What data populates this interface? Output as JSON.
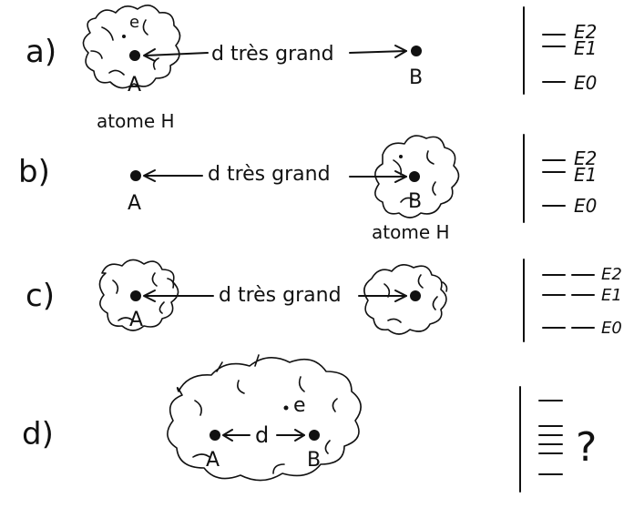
{
  "rows": [
    {
      "label": "a)",
      "distance": "d très grand",
      "nodeA": "A",
      "nodeB": "B",
      "electron": "e",
      "caption": "atome H",
      "levels": [
        "E2",
        "E1",
        "E0"
      ]
    },
    {
      "label": "b)",
      "distance": "d très grand",
      "nodeA": "A",
      "nodeB": "B",
      "caption": "atome H",
      "levels": [
        "E2",
        "E1",
        "E0"
      ]
    },
    {
      "label": "c)",
      "distance": "d très grand",
      "nodeA": "A",
      "levels": [
        "E2",
        "E1",
        "E0"
      ]
    },
    {
      "label": "d)",
      "distance": "d",
      "nodeA": "A",
      "nodeB": "B",
      "electron": "e",
      "question": "?"
    }
  ]
}
